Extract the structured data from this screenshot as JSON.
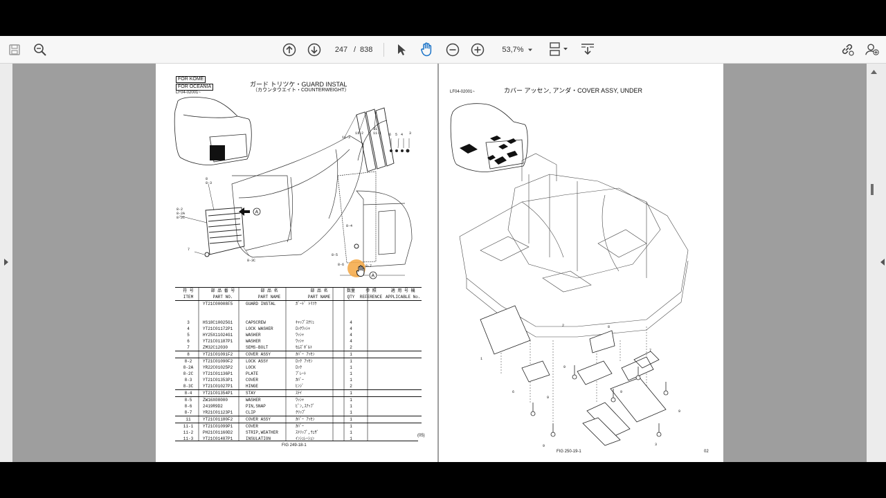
{
  "toolbar": {
    "current_page": "247",
    "page_separator": "/",
    "total_pages": "838",
    "zoom": "53,7%",
    "icons": [
      "save-icon",
      "zoom-search-icon",
      "page-up-icon",
      "page-down-icon",
      "select-cursor-icon",
      "hand-tool-icon",
      "zoom-out-icon",
      "zoom-in-icon",
      "zoom-dropdown-icon",
      "fit-page-icon",
      "scroll-mode-icon",
      "link-icon",
      "add-user-icon"
    ]
  },
  "page_left": {
    "tag1": "FOR KOME",
    "tag2": "FOR OCEANIA",
    "code": "LF04-02001~",
    "title": "ガード トリツケ・GUARD INSTAL",
    "subtitle": "（カウンタウエイト・COUNTERWEIGHT）",
    "callout": "A",
    "diagram_labels": [
      "11-3",
      "11-2",
      "11",
      "11-1",
      "6",
      "5",
      "4",
      "3",
      "8",
      "8-3",
      "8-2",
      "8-2A",
      "8-2C",
      "7",
      "8-3C",
      "8-4",
      "8-5",
      "8-6",
      "8-7",
      "A"
    ],
    "table_headers": {
      "item_jp": "符 号",
      "item": "ITEM",
      "part_no_jp": "部 品 番 号",
      "part_no": "PART NO.",
      "part_name_jp": "部 品 名",
      "part_name": "PART NAME",
      "part_name2_jp": "部 品 名",
      "part_name2": "PART NAME",
      "qty_jp": "数量",
      "qty": "QTY",
      "ref_jp": "参 照",
      "ref": "REFERENCE",
      "app_jp": "適 用 号 機",
      "app": "APPLICABLE No."
    },
    "rows": [
      {
        "item": "",
        "part_no": "YT21C00008F5",
        "name": "GUARD INSTAL",
        "name_jp": "ｶﾞｰﾄﾞ ﾄﾘﾂｹ",
        "qty": ""
      },
      {
        "item": "",
        "part_no": "",
        "name": "",
        "name_jp": "",
        "qty": ""
      },
      {
        "item": "",
        "part_no": "",
        "name": "",
        "name_jp": "",
        "qty": ""
      },
      {
        "item": "3",
        "part_no": "HS18C10025G1",
        "name": "CAPSCREW",
        "name_jp": "ｷｬｯﾌﾟｽｸﾘｭ",
        "qty": "4"
      },
      {
        "item": "4",
        "part_no": "YT21C01172P1",
        "name": "LOCK WASHER",
        "name_jp": "ﾛｯｸﾜｯｼｬ",
        "qty": "4"
      },
      {
        "item": "5",
        "part_no": "HY25X11024G1",
        "name": "WASHER",
        "name_jp": "ﾜｯｼｬ",
        "qty": "4"
      },
      {
        "item": "6",
        "part_no": "YT21C01187P1",
        "name": "WASHER",
        "name_jp": "ﾜｯｼｬ",
        "qty": "4"
      },
      {
        "item": "7",
        "part_no": "ZM32C12030",
        "name": "SEMS-BOLT",
        "name_jp": "ｾﾑｽﾞﾎﾞﾙﾄ",
        "qty": "2"
      },
      {
        "item": "8",
        "part_no": "YT21C01091F2",
        "name": "COVER ASSY",
        "name_jp": "ｶﾊﾞｰ ｱｯｾﾝ",
        "qty": "1"
      },
      {
        "item": "8-2",
        "part_no": "YT21C01090F2",
        "name": "LOCK ASSY",
        "name_jp": "ﾛｯｸ ｱｯｾﾝ",
        "qty": "1"
      },
      {
        "item": "8-2A",
        "part_no": "YR22C01025P2",
        "name": "LOCK",
        "name_jp": "ﾛｯｸ",
        "qty": "1"
      },
      {
        "item": "8-2C",
        "part_no": "YT21C01136P1",
        "name": "PLATE",
        "name_jp": "ﾌﾟﾚｰﾄ",
        "qty": "1"
      },
      {
        "item": "8-3",
        "part_no": "YT21C01353P1",
        "name": "COVER",
        "name_jp": "ｶﾊﾞｰ",
        "qty": "1"
      },
      {
        "item": "8-3C",
        "part_no": "YT21C01027P1",
        "name": "HINGE",
        "name_jp": "ﾋﾝｼﾞ",
        "qty": "2"
      },
      {
        "item": "8-4",
        "part_no": "YT21C01354P1",
        "name": "STAY",
        "name_jp": "ｽﾃｲ",
        "qty": "1"
      },
      {
        "item": "8-5",
        "part_no": "ZW16X08000",
        "name": "WASHER",
        "name_jp": "ﾜｯｼｬ",
        "qty": "1"
      },
      {
        "item": "8-6",
        "part_no": "2419R9D2",
        "name": "PIN,SNAP",
        "name_jp": "ﾋﾟﾝ,ｽﾅｯﾌﾟ",
        "qty": "1"
      },
      {
        "item": "8-7",
        "part_no": "YR21C01123P1",
        "name": "CLIP",
        "name_jp": "ｸﾘｯﾌﾟ",
        "qty": "1"
      },
      {
        "item": "11",
        "part_no": "YT21C01180F2",
        "name": "COVER ASSY",
        "name_jp": "ｶﾊﾞｰ ｱｯｾﾝ",
        "qty": "1"
      },
      {
        "item": "11-1",
        "part_no": "YT21C01099P1",
        "name": "COVER",
        "name_jp": "ｶﾊﾞｰ",
        "qty": "1"
      },
      {
        "item": "11-2",
        "part_no": "PH21C01160D2",
        "name": "STRIP,WEATHER",
        "name_jp": "ｽﾄﾘｯﾌﾟ,ｳｪｻﾞ",
        "qty": "1"
      },
      {
        "item": "11-3",
        "part_no": "YT21C01487P1",
        "name": "INSULATION",
        "name_jp": "ｲﾝｼｭﾚｰｼｮﾝ",
        "qty": "1"
      }
    ],
    "revision": "(05)",
    "fig": "FIG 249-18-1"
  },
  "page_right": {
    "code": "LF04-02001~",
    "title": "カバー アッセン, アンダ・COVER ASSY, UNDER",
    "diagram_labels": [
      "1",
      "2",
      "3",
      "4",
      "5",
      "6",
      "7",
      "8",
      "9"
    ],
    "fig": "FIG 250-19-1",
    "page_no": "02"
  },
  "colors": {
    "accent": "#2b2b2b",
    "cursor_highlight": "#f4a742",
    "viewer_bg": "#9e9e9e"
  }
}
